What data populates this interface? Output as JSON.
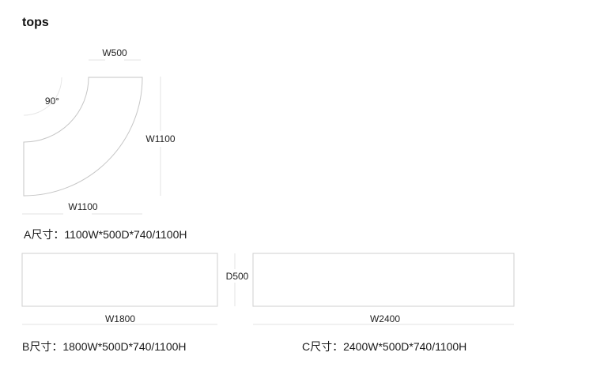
{
  "title": "tops",
  "colors": {
    "background": "#ffffff",
    "shape_outline": "#c6c6c6",
    "rect_outline": "#cfcfcf",
    "dimension_line": "#e3e3e3",
    "text": "#1a1a1a"
  },
  "shape_a": {
    "dim_top": "W500",
    "dim_angle": "90°",
    "dim_right": "W1100",
    "dim_bottom": "W1100",
    "spec": "A尺寸：1100W*500D*740/1100H"
  },
  "shape_b": {
    "dim_width": "W1800",
    "spec": "B尺寸：1800W*500D*740/1100H"
  },
  "shape_c": {
    "dim_width": "W2400",
    "spec": "C尺寸：2400W*500D*740/1100H"
  },
  "shared": {
    "dim_depth": "D500"
  }
}
